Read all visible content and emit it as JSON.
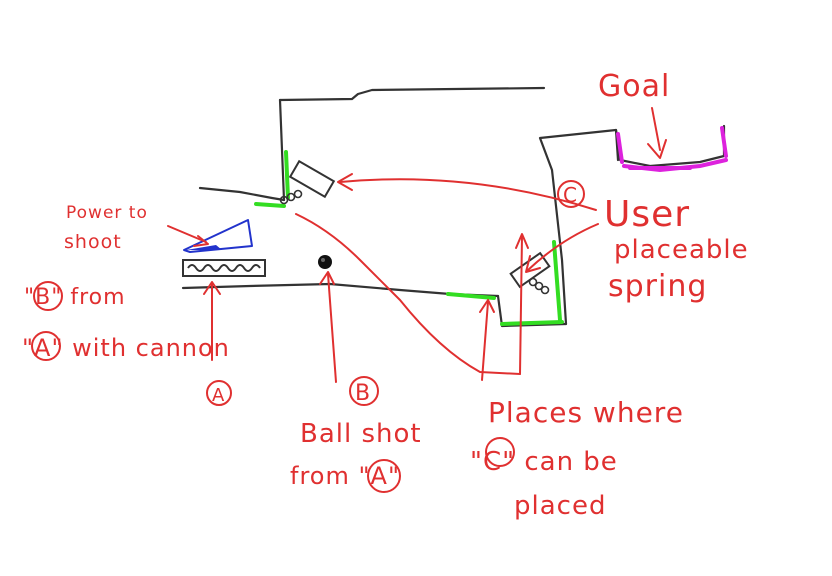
{
  "labels": {
    "goal": "Goal",
    "power": "Power to",
    "shoot": "shoot",
    "from_line1": "\"B\" from",
    "from_line2": "\"A\" with cannon",
    "cannon_letter": "A",
    "ball_letter": "B",
    "ball_shot_line1": "Ball shot",
    "ball_shot_line2": "from \"A\"",
    "c_letter": "C",
    "user": "User",
    "placeable": "placeable",
    "spring": "spring",
    "places_where": "Places where",
    "c_can_be": "\"C\" can be",
    "placed": "placed"
  },
  "colors": {
    "annotation": "#e03030",
    "walls": "#333333",
    "placeable_zones": "#33dd22",
    "goal": "#dd22dd",
    "power_meter": "#2233cc"
  }
}
